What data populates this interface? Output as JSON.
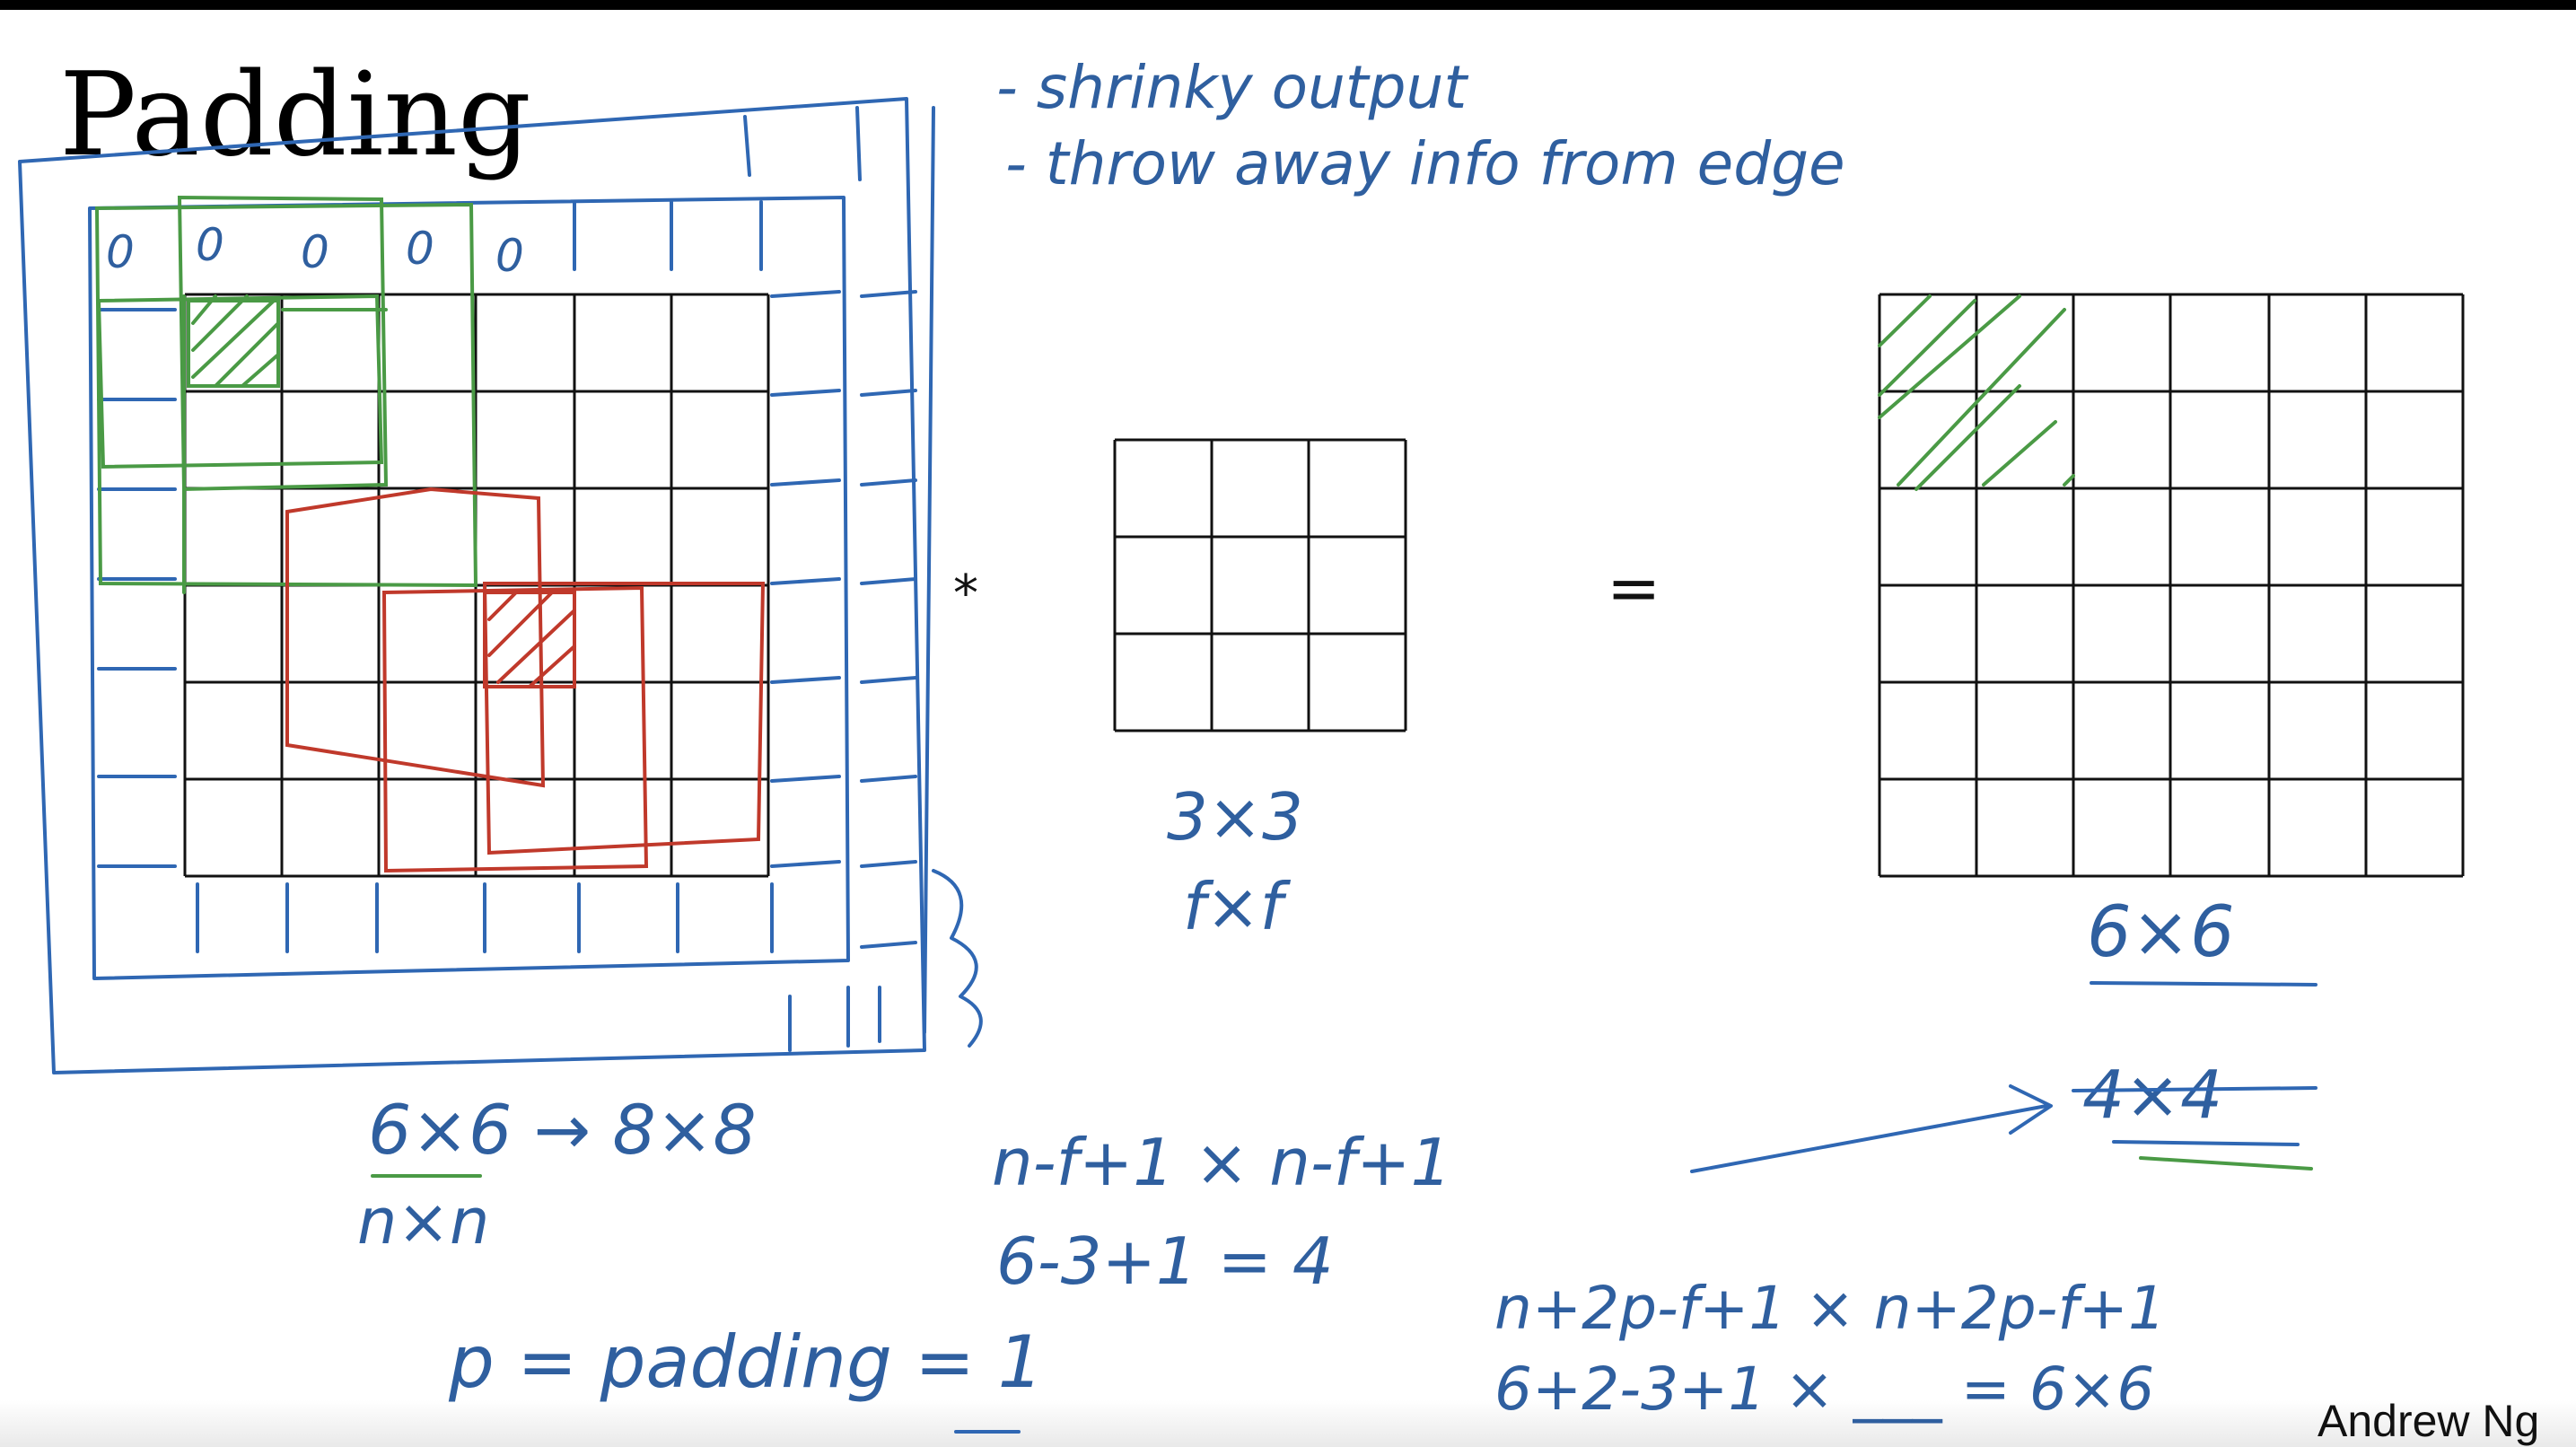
{
  "slide": {
    "title": "Padding",
    "author": "Andrew Ng",
    "operator_conv": "*",
    "operator_eq": "="
  },
  "notes": {
    "bullet_1": "- shrinky output",
    "bullet_2": "- throw away info from edge",
    "padded_zero": "0",
    "filter_dim_1": "3×3",
    "filter_dim_2": "f×f",
    "output_dim": "6×6",
    "output_old_dim": "4×4",
    "input_transform": "6×6 → 8×8",
    "input_dim_general": "n×n",
    "formula_1": "n-f+1  ×  n-f+1",
    "formula_2": "6-3+1 = 4",
    "formula_3": "n+2p-f+1  ×  n+2p-f+1",
    "formula_4": "6+2-3+1  ×  ___  = 6×6",
    "padding_def": "p = padding = 1"
  },
  "colors": {
    "ink_blue": "#2f67b3",
    "ink_green": "#4a9a45",
    "ink_red": "#c0392b",
    "grid": "#111111"
  }
}
